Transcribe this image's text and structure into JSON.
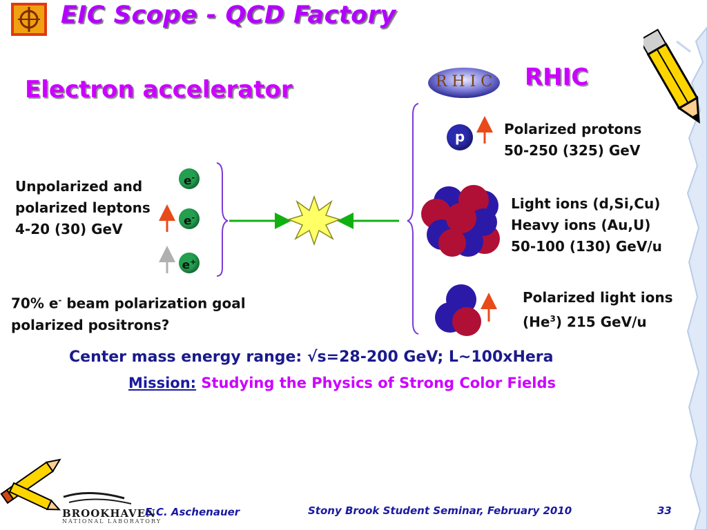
{
  "slide": {
    "title": "EIC Scope - QCD Factory",
    "left_heading": "Electron accelerator",
    "right_heading": "RHIC",
    "rhic_logo_text": "R H I C"
  },
  "electron": {
    "desc_lines": [
      "Unpolarized and",
      "polarized leptons",
      "4-20 (30) GeV"
    ],
    "particles": [
      {
        "label": "e",
        "sup": "-"
      },
      {
        "label": "e",
        "sup": "-"
      },
      {
        "label": "e",
        "sup": "+"
      }
    ],
    "goal_line1_pre": "70% e",
    "goal_line1_sup": "-",
    "goal_line1_post": " beam polarization goal",
    "goal_line2": "polarized positrons?"
  },
  "rhic": {
    "proton_label": "p",
    "protons_lines": [
      "Polarized protons",
      "50-250 (325) GeV"
    ],
    "ions_lines": [
      "Light ions (d,Si,Cu)",
      "Heavy ions (Au,U)",
      "50-100 (130) GeV/u"
    ],
    "light_ions_line1": "Polarized light ions",
    "light_ions_line2_pre": "(He",
    "light_ions_line2_sup": "3",
    "light_ions_line2_post": ")  215 GeV/u"
  },
  "summary": {
    "cm_energy": "Center mass energy range: √s=28-200 GeV; L~100xHera",
    "mission_label": "Mission:",
    "mission_text": " Studying the Physics of Strong Color Fields"
  },
  "footer": {
    "lab_name": "BROOKHAVEN",
    "lab_sub": "NATIONAL LABORATORY",
    "author": "E.C. Aschenauer",
    "event": "Stony Brook Student Seminar, February 2010",
    "page": "33"
  },
  "colors": {
    "title": "#b400ff",
    "heading": "#cc00ff",
    "body_text": "#111111",
    "summary_blue": "#1a1a8c",
    "green_arrow": "#11b011",
    "spin_arrow": "#e84a1a",
    "nucleon_red": "#b01035",
    "nucleon_blue": "#2b1aa8"
  }
}
